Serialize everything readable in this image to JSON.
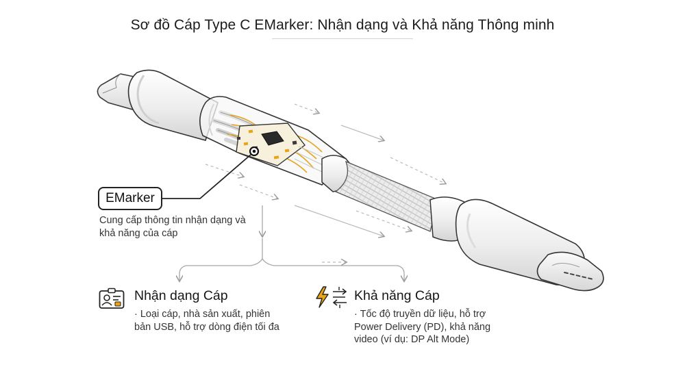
{
  "title": "Sơ đồ Cáp Type C EMarker: Nhận dạng và Khả năng Thông minh",
  "callout": {
    "label": "EMarker",
    "description": "Cung cấp thông tin nhận dạng và khả năng của cáp"
  },
  "features": [
    {
      "title": "Nhận dạng Cáp",
      "icon": "id-card-icon",
      "description": "· Loại cáp, nhà sản xuất, phiên bản USB, hỗ trợ dòng điện tối đa"
    },
    {
      "title": "Khả năng Cáp",
      "icon": "lightning-transfer-icon",
      "description": "· Tốc độ truyền dữ liệu, hỗ trợ Power Delivery (PD), khả năng video (ví dụ: DP Alt Mode)"
    }
  ],
  "colors": {
    "accent": "#e8a317",
    "outline": "#222222",
    "cable_body": "#f2f2f2",
    "chip": "#2a2a2a",
    "pcb": "#f6f0dc"
  }
}
